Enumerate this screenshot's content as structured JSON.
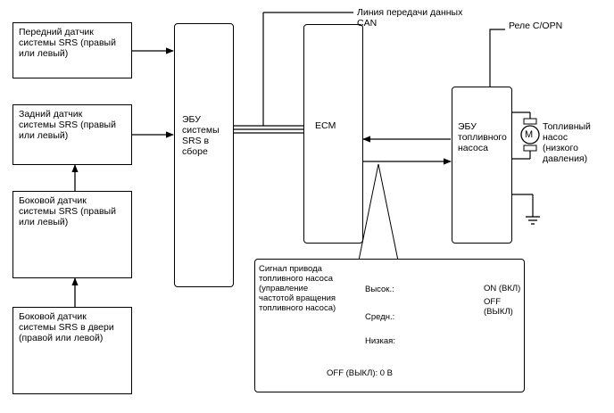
{
  "sensors": {
    "front": "Передний датчик\nсистемы SRS (правый\nили левый)",
    "rear": "Задний датчик\nсистемы SRS (правый\nили левый)",
    "side": "Боковой датчик\nсистемы SRS (правый\nили левый)",
    "door": "Боковой датчик\nсистемы SRS в двери\n(правой или левой)"
  },
  "airbag_ecu": "ЭБУ\nсистемы\nSRS в\nсборе",
  "ecm": "ECM",
  "fuel_pump_ecu": "ЭБУ\nтопливного\nнасоса",
  "can_label": "Линия передачи данных\nCAN",
  "relay_label": "Реле C/OPN",
  "pump_label": "Топливный\nнасос\n(низкого\nдавления)",
  "motor_symbol": "M",
  "signal_box": {
    "title": "Сигнал привода\nтопливного насоса\n(управление\nчастотой вращения\nтопливного насоса)",
    "high": "Высок.:",
    "mid": "Средн.:",
    "low": "Низкая:",
    "off_level": "OFF (ВЫКЛ): 0 В",
    "on_label": "ON (ВКЛ)",
    "off_label": "OFF\n(ВЫКЛ)"
  }
}
